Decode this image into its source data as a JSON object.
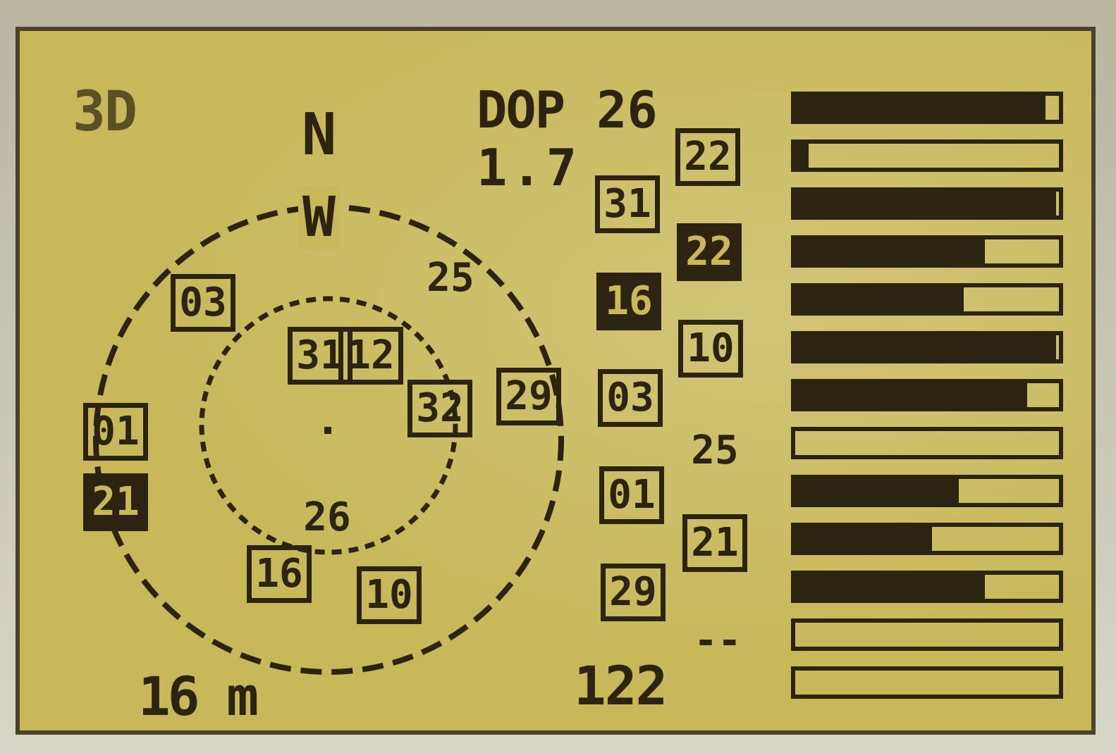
{
  "header": {
    "mode_label": "3D",
    "north_label": "N",
    "dop_label": "DOP",
    "dop_value": "1.7",
    "sat_count_top": "26"
  },
  "skyplot": {
    "compass_label": "W",
    "satellites": [
      {
        "id": "03",
        "filled": false
      },
      {
        "id": "31",
        "filled": false
      },
      {
        "id": "12",
        "filled": false
      },
      {
        "id": "32",
        "filled": false
      },
      {
        "id": "29",
        "filled": false
      },
      {
        "id": "01",
        "filled": false
      },
      {
        "id": "21",
        "filled": false
      },
      {
        "id": "16",
        "filled": false
      },
      {
        "id": "10",
        "filled": false
      }
    ],
    "plain_labels": [
      "25",
      "26"
    ]
  },
  "footer": {
    "accuracy": "16 m",
    "altitude": "122"
  },
  "sat_list_col1": [
    "31",
    "16",
    "03",
    "01",
    "29"
  ],
  "sat_list_col2": [
    "22",
    "22",
    "10",
    "25",
    "21",
    "--"
  ],
  "signal_bars": {
    "levels": [
      0.95,
      0.05,
      0.99,
      0.72,
      0.64,
      0.99,
      0.88,
      0.0,
      0.62,
      0.52,
      0.72,
      0.0,
      0.0
    ]
  }
}
